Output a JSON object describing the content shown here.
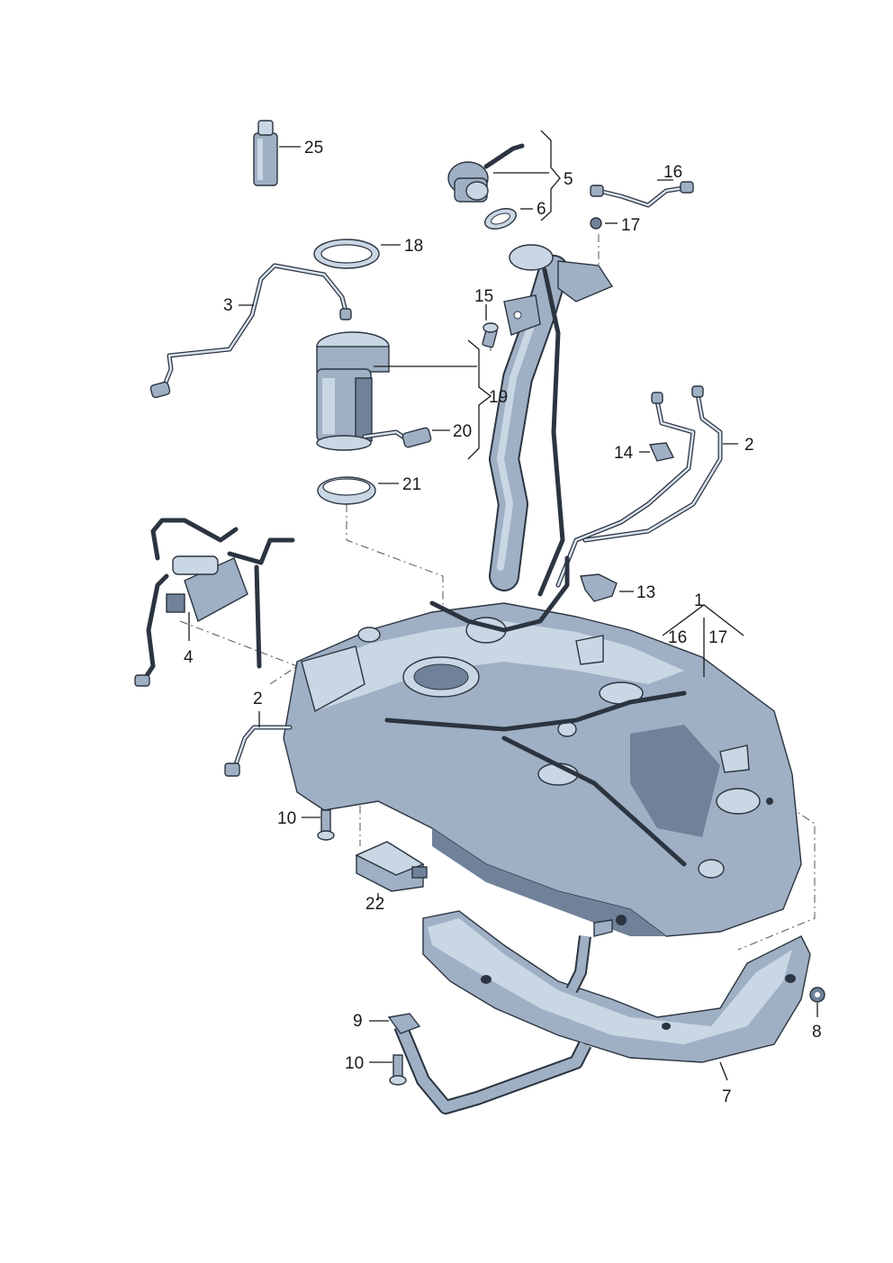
{
  "labels": {
    "p1": "1",
    "p1_sub_a": "16",
    "p1_sub_b": "17",
    "p2_top": "2",
    "p2_left": "2",
    "p3": "3",
    "p4": "4",
    "p5": "5",
    "p6": "6",
    "p7": "7",
    "p8": "8",
    "p9": "9",
    "p10_left": "10",
    "p10_bottom": "10",
    "p13": "13",
    "p14": "14",
    "p15": "15",
    "p16": "16",
    "p17": "17",
    "p18": "18",
    "p19": "19",
    "p20": "20",
    "p21": "21",
    "p22": "22",
    "p25": "25"
  },
  "colors": {
    "part_fill": "#9fb0c4",
    "part_highlight": "#c9d6e4",
    "part_shadow": "#6f8299",
    "outline": "#2b3440"
  }
}
